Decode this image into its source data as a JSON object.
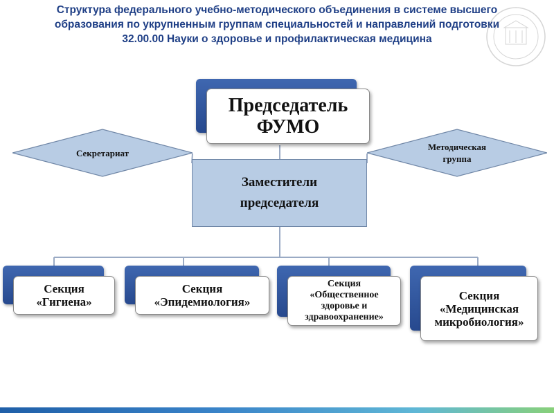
{
  "title": {
    "line1": "Структура федерального учебно-методического объединения в системе высшего",
    "line2": "образования по укрупненным группам специальностей и направлений подготовки",
    "line3": "32.00.00 Науки о здоровье и профилактическая медицина"
  },
  "chairman": {
    "line1": "Председатель",
    "line2": "ФУМО"
  },
  "secretariat": {
    "label": "Секретариат"
  },
  "methodical_group": {
    "line1": "Методическая",
    "line2": "группа"
  },
  "deputies": {
    "line1": "Заместители",
    "line2": "председателя"
  },
  "sections": [
    {
      "lines": [
        "Секция",
        "«Гигиена»",
        "",
        ""
      ]
    },
    {
      "lines": [
        "Секция",
        "«Эпидемиология»",
        "",
        ""
      ]
    },
    {
      "lines": [
        "Секция",
        "«Общественное",
        "здоровье и",
        "здравоохранение»"
      ]
    },
    {
      "lines": [
        "Секция",
        "«Медицинская",
        "микробиология»",
        ""
      ]
    }
  ],
  "colors": {
    "title": "#1f3f86",
    "box_back": "#2f559e",
    "deputy_fill": "#b8cce4",
    "diamond_fill": "#b8cce4",
    "connector": "#9aaac4"
  },
  "icons": {
    "seal": "university-seal-icon"
  }
}
